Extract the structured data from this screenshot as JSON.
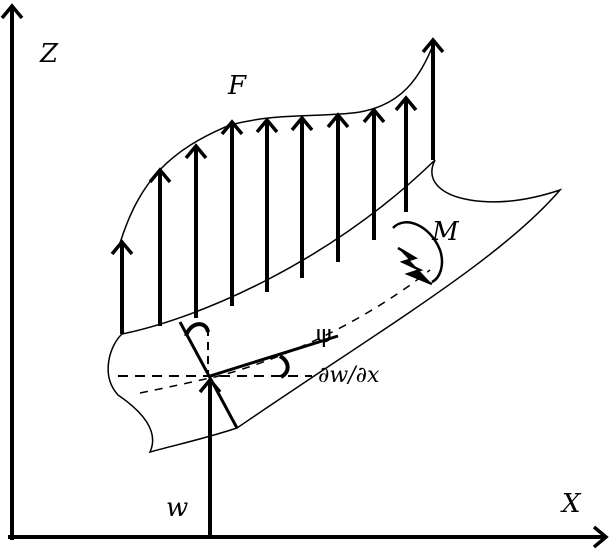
{
  "labels": {
    "z_axis": "Z",
    "x_axis": "X",
    "deflection": "w",
    "force": "F",
    "moment": "M",
    "rotation": "ψ",
    "slope": "∂w/∂x"
  },
  "colors": {
    "ink": "#000000",
    "background": "#ffffff"
  }
}
